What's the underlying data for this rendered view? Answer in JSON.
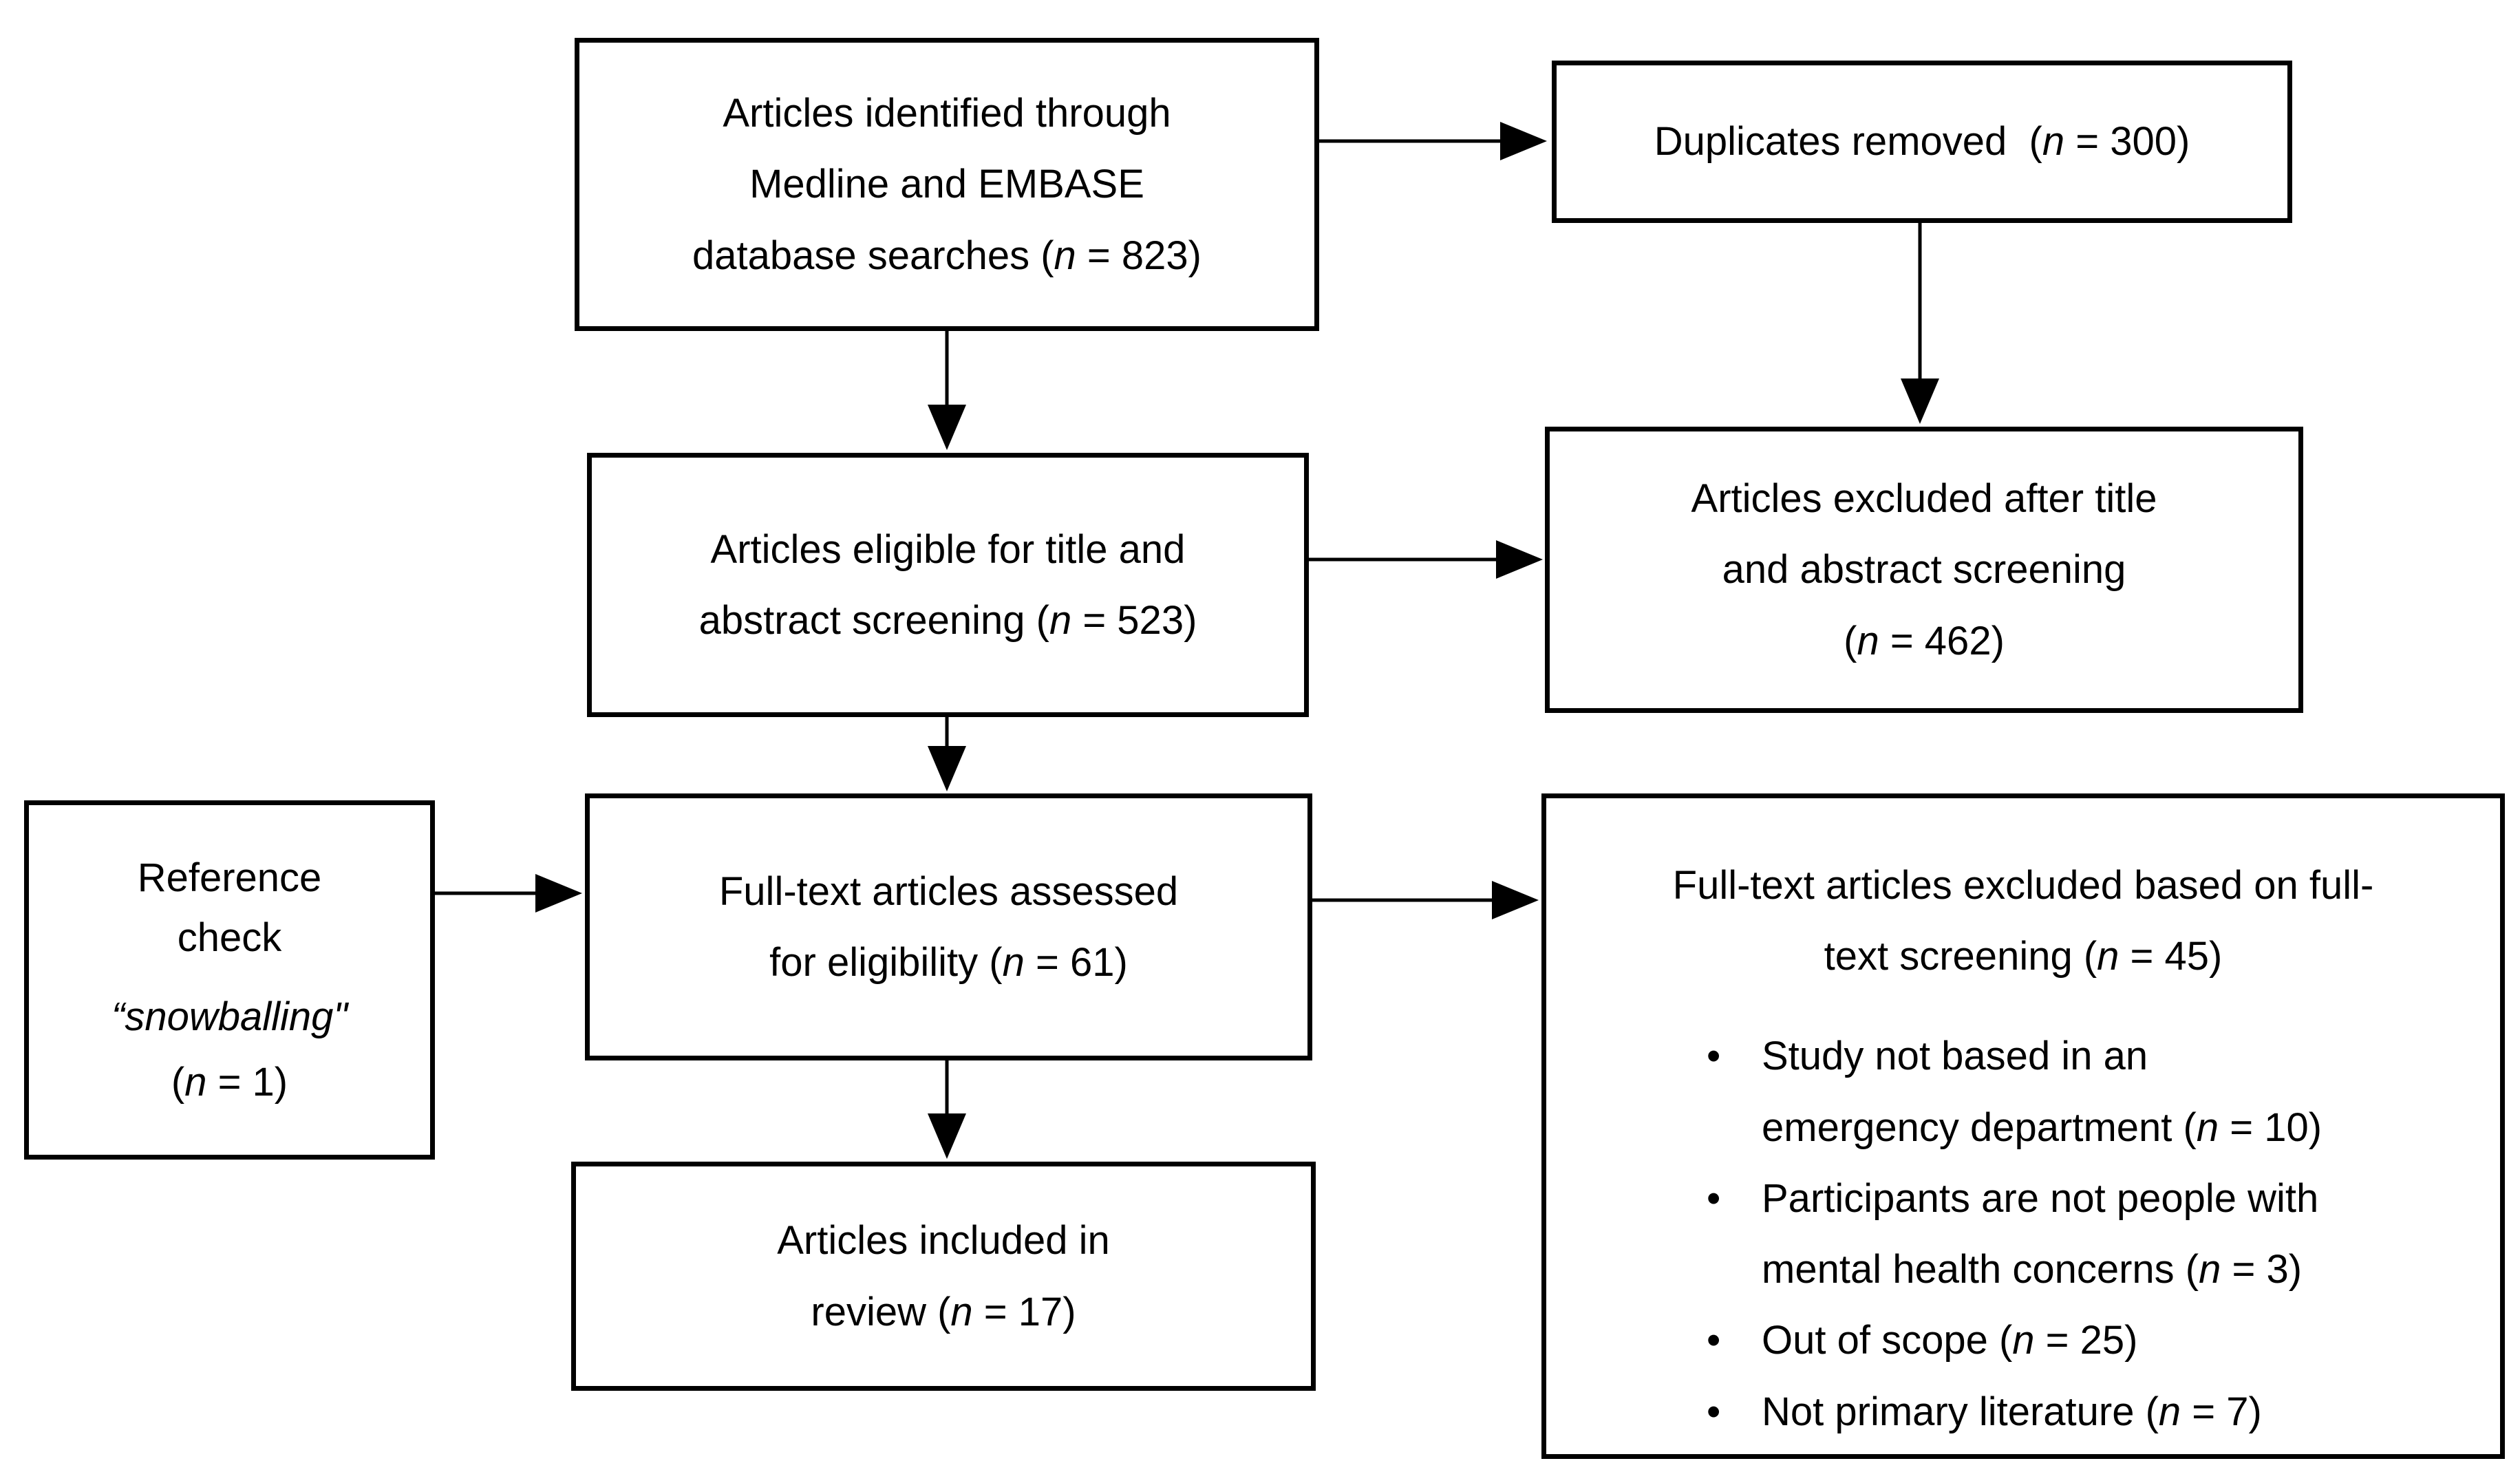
{
  "boxes": {
    "identified": {
      "line1": "Articles identified through",
      "line2": "Medline and EMBASE",
      "line3_pre": "database searches (",
      "n": "n",
      "line3_post": " = 823)"
    },
    "duplicates": {
      "pre": "Duplicates removed  (",
      "n": "n",
      "post": " = 300)"
    },
    "eligible": {
      "line1": "Articles eligible for title and",
      "pre": "abstract screening (",
      "n": "n",
      "post": " = 523)"
    },
    "excluded_title": {
      "line1": "Articles excluded after title",
      "line2": "and abstract screening",
      "pre": "(",
      "n": "n",
      "post": " = 462)"
    },
    "reference": {
      "line1": "Reference",
      "line2": "check",
      "quote": "“snowballing\"",
      "pre": "(",
      "n": "n",
      "post": " = 1)"
    },
    "assessed": {
      "line1": "Full-text articles assessed",
      "pre": "for eligibility (",
      "n": "n",
      "post": " = 61)"
    },
    "excluded_full": {
      "heading_line1": "Full-text articles excluded based on full-",
      "heading_pre": "text screening (",
      "n": "n",
      "heading_post": " = 45)",
      "bullets": [
        {
          "line1": "Study not based in an",
          "pre": "emergency department (",
          "n": "n",
          "post": " = 10)"
        },
        {
          "line1": "Participants are not people with",
          "pre": "mental health concerns (",
          "n": "n",
          "post": " = 3)"
        },
        {
          "pre": "Out of scope (",
          "n": "n",
          "post": " = 25)"
        },
        {
          "pre": "Not primary literature (",
          "n": "n",
          "post": " = 7)"
        }
      ]
    },
    "included": {
      "line1": "Articles included in",
      "pre": "review (",
      "n": "n",
      "post": " = 17)"
    }
  },
  "counts": {
    "identified": 823,
    "duplicates_removed": 300,
    "eligible_title_abstract": 523,
    "excluded_title_abstract": 462,
    "reference_check_snowballing": 1,
    "fulltext_assessed": 61,
    "fulltext_excluded": 45,
    "not_emergency_department": 10,
    "not_mental_health_participants": 3,
    "out_of_scope": 25,
    "not_primary_literature": 7,
    "included_in_review": 17
  }
}
